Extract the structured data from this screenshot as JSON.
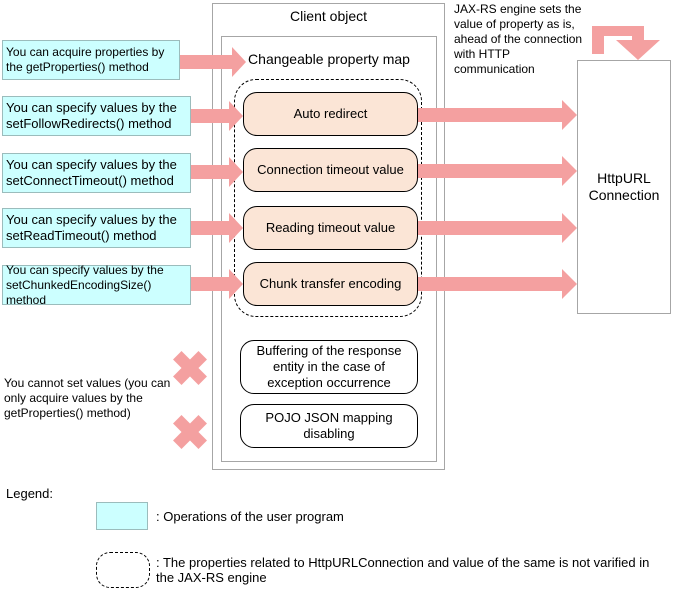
{
  "client_object": {
    "title": "Client object"
  },
  "property_map": {
    "title": "Changeable property map"
  },
  "properties": [
    {
      "label": "Auto redirect"
    },
    {
      "label": "Connection timeout value"
    },
    {
      "label": "Reading timeout value"
    },
    {
      "label": "Chunk transfer encoding"
    }
  ],
  "fixed_properties": [
    {
      "label": "Buffering of the response entity in the case of exception occurrence"
    },
    {
      "label": "POJO JSON mapping disabling"
    }
  ],
  "operations": [
    {
      "text": "You can acquire properties by the getProperties() method"
    },
    {
      "text": "You can specify values by the setFollowRedirects() method"
    },
    {
      "text": "You can specify values by the setConnectTimeout() method"
    },
    {
      "text": "You can specify values by the setReadTimeout() method"
    },
    {
      "text": "You can specify values by the setChunkedEncodingSize() method"
    }
  ],
  "cannot_set_note": "You cannot set values (you can only acquire values by the getProperties() method)",
  "engine_note": "JAX-RS engine sets the value of property as is, ahead of the connection with HTTP communication",
  "http_box": {
    "label": "HttpURL Connection"
  },
  "legend": {
    "title": "Legend:",
    "operations_desc": ": Operations of the user program",
    "dashed_desc": ": The properties related to HttpURLConnection and value of the same is not varified in the JAX-RS engine"
  },
  "colors": {
    "arrow": "#f4a0a0",
    "operation_fill": "#ccffff",
    "property_fill": "#fbe5d6",
    "cross": "#f4a0a0"
  }
}
